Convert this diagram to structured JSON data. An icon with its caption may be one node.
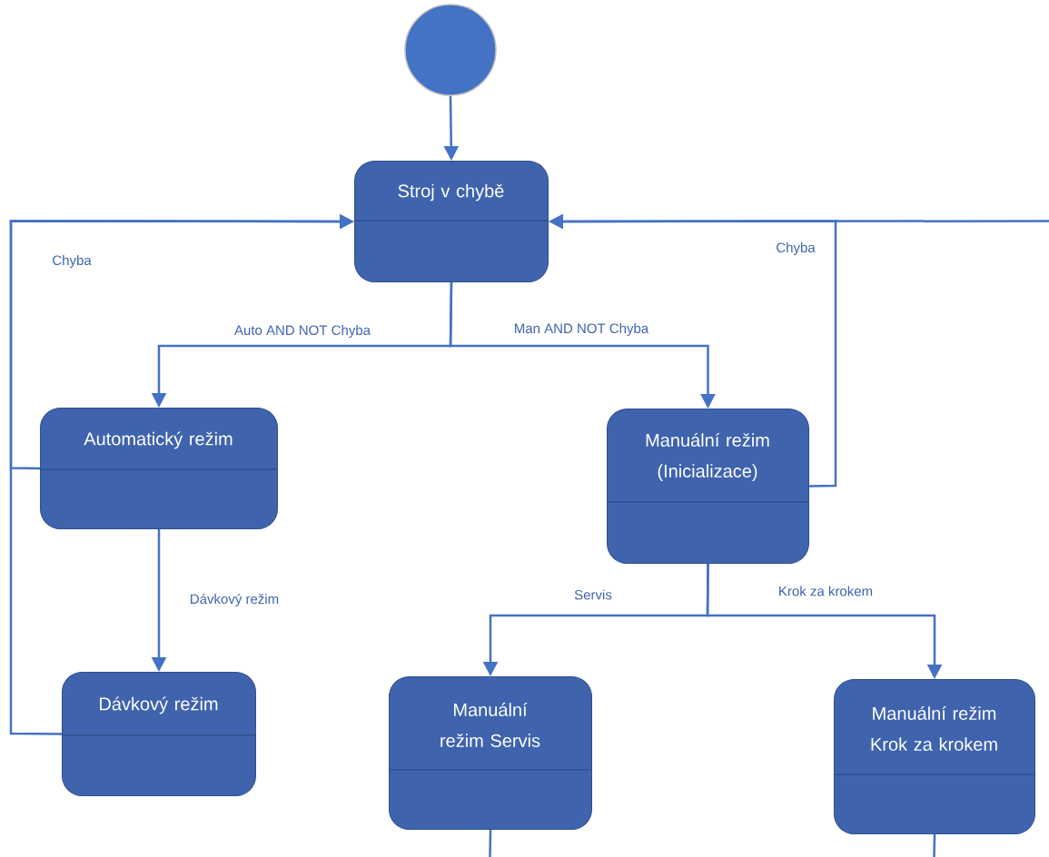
{
  "diagram": {
    "nodes": [
      {
        "text": [],
        "shape": "circle"
      },
      {
        "text": [
          "Stroj v chybě"
        ]
      },
      {
        "text": [
          "Automatický režim"
        ]
      },
      {
        "text": [
          "Manuální režim (Inicializace)"
        ]
      },
      {
        "text": [
          "Dávkový režim"
        ]
      },
      {
        "text": [
          "Manuální režim Servis"
        ]
      },
      {
        "text": [
          "Manuální režim Krok za krokem"
        ]
      }
    ],
    "edges": [
      {
        "from": 0,
        "to": 1,
        "arrow": "to"
      },
      {
        "from": 1,
        "to": 2,
        "arrow": "to",
        "label": "Auto AND NOT Chyba"
      },
      {
        "from": 1,
        "to": 3,
        "arrow": "to",
        "label": "Man AND NOT Chyba"
      },
      {
        "from": 2,
        "to": 1,
        "arrow": "to",
        "label": "Chyba"
      },
      {
        "from": 4,
        "to": 1,
        "arrow": "to"
      },
      {
        "from": 3,
        "to": 1,
        "arrow": "to",
        "label": "Chyba"
      },
      {
        "from": null,
        "to": 1,
        "arrow": "to"
      },
      {
        "from": 2,
        "to": 4,
        "arrow": "to",
        "label": "Dávkový režim"
      },
      {
        "from": 3,
        "to": 5,
        "arrow": "to",
        "label": "Servis"
      },
      {
        "from": 3,
        "to": 6,
        "arrow": "to",
        "label": "Krok za krokem"
      },
      {
        "from": 5,
        "to": null,
        "arrow": "none"
      },
      {
        "from": 6,
        "to": null,
        "arrow": "none"
      }
    ]
  }
}
